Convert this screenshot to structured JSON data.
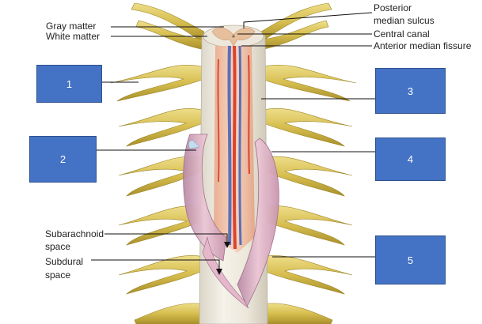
{
  "labels": {
    "gray_matter": "Gray matter",
    "white_matter": "White matter",
    "posterior_line1": "Posterior",
    "posterior_line2": "median sulcus",
    "central_canal": "Central canal",
    "anterior_median_fissure": "Anterior median fissure",
    "subarachnoid_line1": "Subarachnoid",
    "subarachnoid_line2": "space",
    "subdural_line1": "Subdural",
    "subdural_line2": "space"
  },
  "answer_boxes": [
    "1",
    "2",
    "3",
    "4",
    "5"
  ],
  "colors": {
    "box_fill": "#4472c4",
    "nerve_yellow": "#d9c25a",
    "cord_white": "#f1eee6",
    "gray_matter": "#e8c4a6",
    "pia_pink": "#d9a3b8",
    "artery_red": "#d9442e",
    "vein_blue": "#5b6fb8"
  }
}
